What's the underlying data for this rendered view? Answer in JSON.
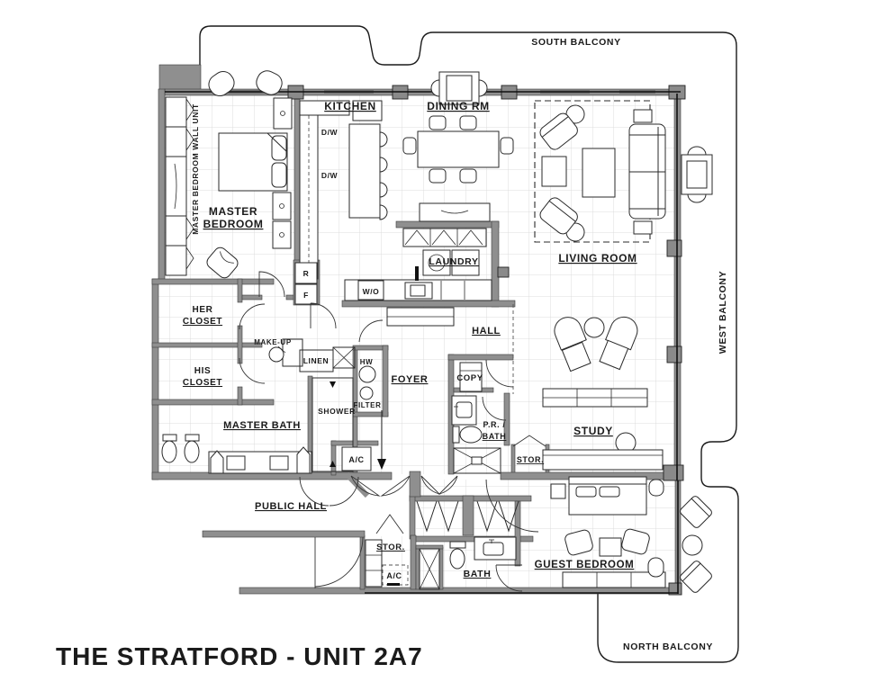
{
  "title": "THE STRATFORD - UNIT 2A7",
  "balconies": {
    "south": "SOUTH BALCONY",
    "west": "WEST BALCONY",
    "north": "NORTH BALCONY"
  },
  "rooms": {
    "kitchen": "KITCHEN",
    "dining": "DINING RM",
    "living": "LIVING ROOM",
    "master_line1": "MASTER",
    "master_line2": "BEDROOM",
    "wall_unit": "MASTER BEDROOM WALL UNIT",
    "her_line1": "HER",
    "her_line2": "CLOSET",
    "his_line1": "HIS",
    "his_line2": "CLOSET",
    "master_bath": "MASTER BATH",
    "laundry": "LAUNDRY",
    "hall": "HALL",
    "foyer": "FOYER",
    "study": "STUDY",
    "public_hall": "PUBLIC HALL",
    "guest_bedroom": "GUEST BEDROOM",
    "guest_bath": "BATH",
    "powder_line1": "P.R. /",
    "powder_line2": "BATH",
    "copy": "COPY"
  },
  "fixtures": {
    "makeup": "MAKE-UP",
    "linen": "LINEN",
    "shower": "SHOWER",
    "filter": "FILTER",
    "hw": "HW",
    "ac": "A/C",
    "stor": "STOR.",
    "wall_oven": "W/O",
    "dishwasher": "D/W",
    "fridge": "R",
    "freezer": "F"
  },
  "colors": {
    "wall": "#8f8f8f",
    "line": "#1b1b1b",
    "grid": "#dcdcdc",
    "background": "#ffffff"
  }
}
